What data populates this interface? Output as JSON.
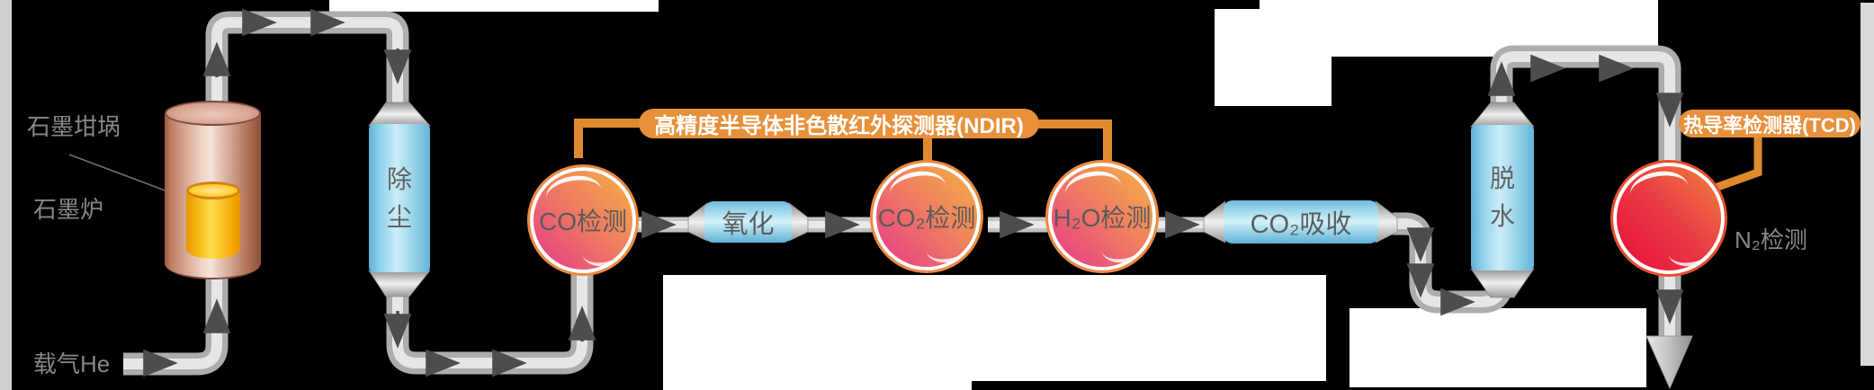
{
  "labels": {
    "crucible": "石墨坩埚",
    "furnace": "石墨炉",
    "carrier_gas": "载气He",
    "n2_detect": "N₂检测"
  },
  "callouts": {
    "ndir": "高精度半导体非色散红外探测器(NDIR)",
    "tcd": "热导率检测器(TCD)"
  },
  "nodes": {
    "dust_char1": "除",
    "dust_char2": "尘",
    "co_detect": "CO检测",
    "oxidation": "氧化",
    "co2_detect": "CO₂检测",
    "h2o_detect": "H₂O检测",
    "co2_absorb": "CO₂吸收",
    "dehydrate_char1": "脱",
    "dehydrate_char2": "水"
  },
  "colors": {
    "accent_orange": "#E8903A",
    "pipe_gray": "#ADADAD",
    "column_blue": "#8ED1EA",
    "sphere_pink": "#E94C7D",
    "sphere_orange": "#F4A449",
    "n2_sphere_red": "#E7173C",
    "background": "#000000"
  }
}
